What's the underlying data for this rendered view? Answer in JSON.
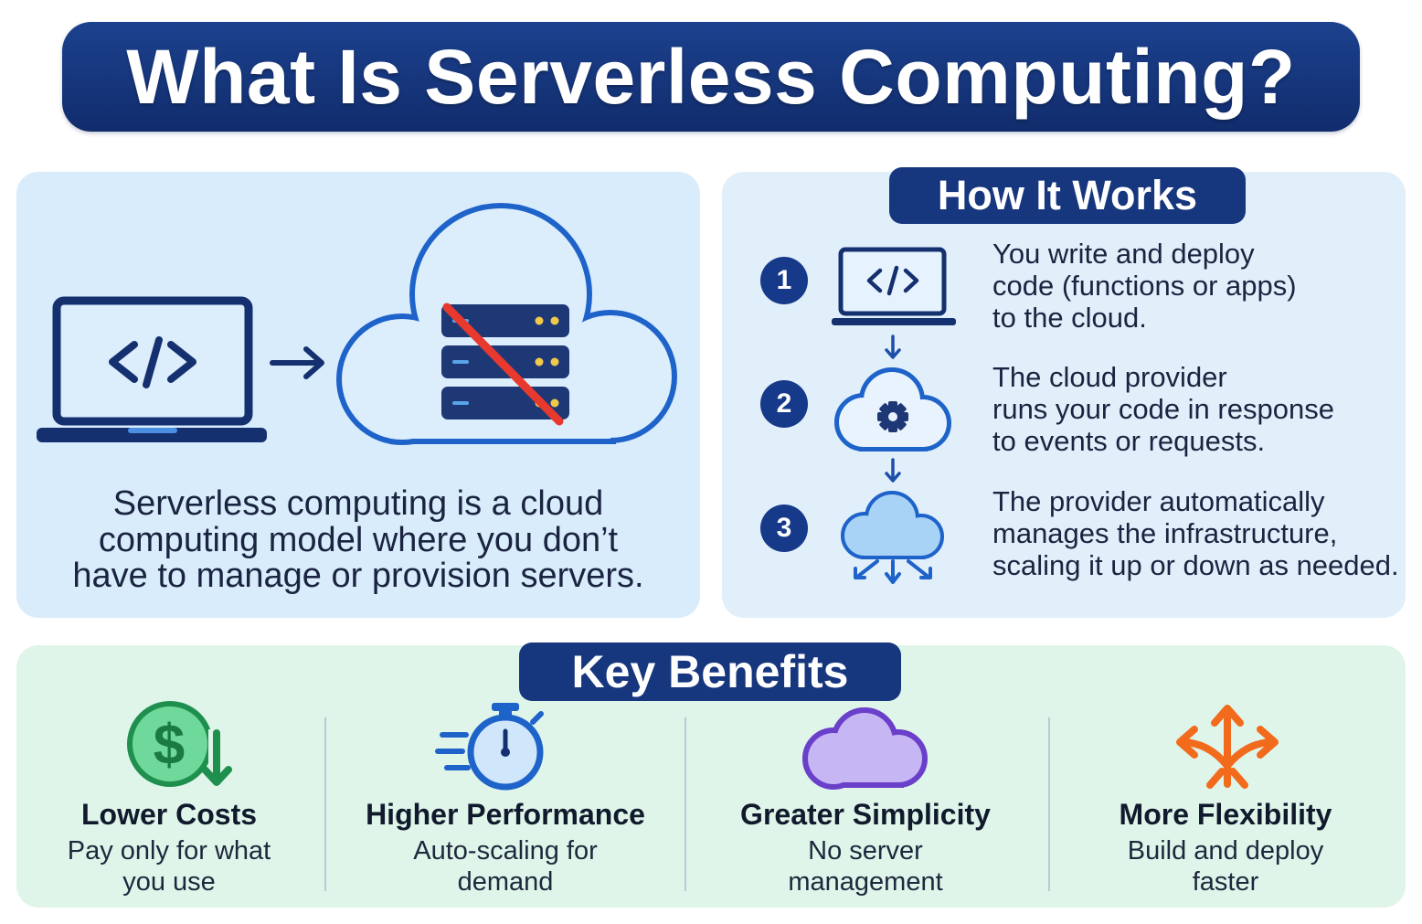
{
  "title": "What Is Serverless Computing?",
  "overview": {
    "icons": [
      "laptop-code-icon",
      "arrow-right-icon",
      "cloud-icon",
      "server-stack-icon",
      "crossed-out-icon"
    ],
    "lines": [
      "Serverless computing is a cloud",
      "computing model where you don’t",
      "have to manage or provision servers."
    ]
  },
  "how_it_works": {
    "heading": "How It Works",
    "steps": [
      {
        "number": "1",
        "icon": "laptop-code-icon",
        "lines": [
          "You write and deploy",
          "code (functions or apps)",
          "to the cloud."
        ]
      },
      {
        "number": "2",
        "icon": "cloud-gear-icon",
        "lines": [
          "The cloud provider",
          "runs your code in response",
          "to events or requests."
        ]
      },
      {
        "number": "3",
        "icon": "cloud-scaling-icon",
        "lines": [
          "The provider automatically",
          "manages the infrastructure,",
          "scaling it up or down as needed."
        ]
      }
    ]
  },
  "benefits": {
    "heading": "Key Benefits",
    "items": [
      {
        "title": "Lower Costs",
        "lines": [
          "Pay only for what",
          "you use"
        ],
        "icon": "dollar-down-icon",
        "glyph": "$",
        "color": "#1f8f4e"
      },
      {
        "title": "Higher Performance",
        "lines": [
          "Auto-scaling for",
          "demand"
        ],
        "icon": "stopwatch-icon",
        "color": "#1e63c9"
      },
      {
        "title": "Greater Simplicity",
        "lines": [
          "No server",
          "management"
        ],
        "icon": "cloud-icon",
        "color": "#6a3fc9"
      },
      {
        "title": "More Flexibility",
        "lines": [
          "Build and deploy",
          "faster"
        ],
        "icon": "branching-arrows-icon",
        "color": "#f26b1d"
      }
    ]
  },
  "colors": {
    "navy": "#16367e",
    "overview_panel": "#d9ecfb",
    "steps_panel": "#e1effb",
    "benefits_panel": "#dff5ea",
    "cloud_blue": "#1e63c9",
    "slash_red": "#e8392f"
  }
}
